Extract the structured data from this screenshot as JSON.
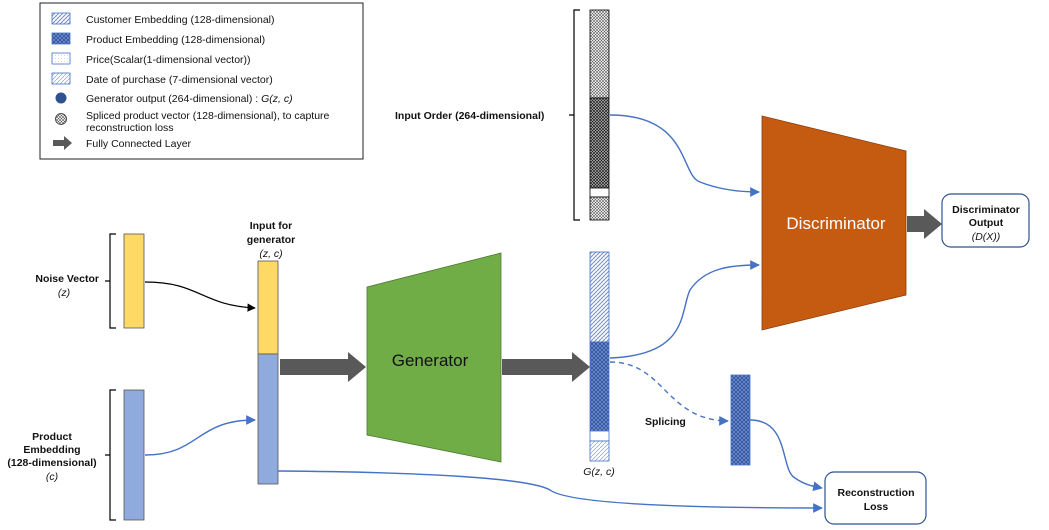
{
  "legend": {
    "items": [
      {
        "label": "Customer Embedding (128-dimensional)"
      },
      {
        "label": "Product Embedding (128-dimensional)"
      },
      {
        "label": "Price(Scalar(1-dimensional vector))"
      },
      {
        "label": "Date of purchase (7-dimensional vector)"
      },
      {
        "label": "Generator output (264-dimensional) : ",
        "suffix": "G(z, c)"
      },
      {
        "label": "Spliced product vector (128-dimensional), to capture",
        "label2": "reconstruction loss"
      },
      {
        "label": "Fully Connected Layer"
      }
    ]
  },
  "labels": {
    "input_order": "Input Order (264-dimensional)",
    "noise_vector": "Noise Vector",
    "noise_symbol": "(z)",
    "product_line1": "Product",
    "product_line2": "Embedding",
    "product_line3": "(128-dimensional)",
    "product_symbol": "(c)",
    "input_gen_line1": "Input for",
    "input_gen_line2": "generator",
    "input_gen_symbol": "(z, c)",
    "generator": "Generator",
    "discriminator": "Discriminator",
    "gen_output": "G(z, c)",
    "splicing": "Splicing",
    "disc_out_line1": "Discriminator",
    "disc_out_line2": "Output",
    "disc_out_symbol": "(D(X))",
    "recon_line1": "Reconstruction",
    "recon_line2": "Loss"
  },
  "colors": {
    "yellow": "#ffd966",
    "blue": "#8faadc",
    "generator_green": "#70ad47",
    "discriminator_orange": "#c55a11",
    "arrow_gray": "#595959",
    "connector_blue": "#4472c4"
  }
}
